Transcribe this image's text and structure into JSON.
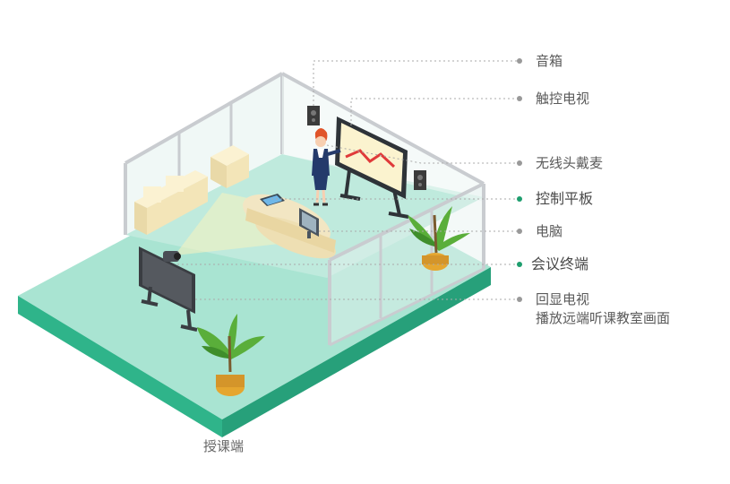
{
  "labels": {
    "speaker": "音箱",
    "touch_tv": "触控电视",
    "headset_mic": "无线头戴麦",
    "control_tablet": "控制平板",
    "computer": "电脑",
    "conference_terminal": "会议终端",
    "playback_tv_line1": "回显电视",
    "playback_tv_line2": "播放远端听课教室画面"
  },
  "caption": "授课端",
  "colors": {
    "floor_top": "#a9e4d2",
    "floor_side": "#2fb48a",
    "glass_frame": "#c9ccd0",
    "leader_line": "#aaaaaa",
    "dot_gray": "#999999",
    "dot_green": "#1e9e6e"
  }
}
